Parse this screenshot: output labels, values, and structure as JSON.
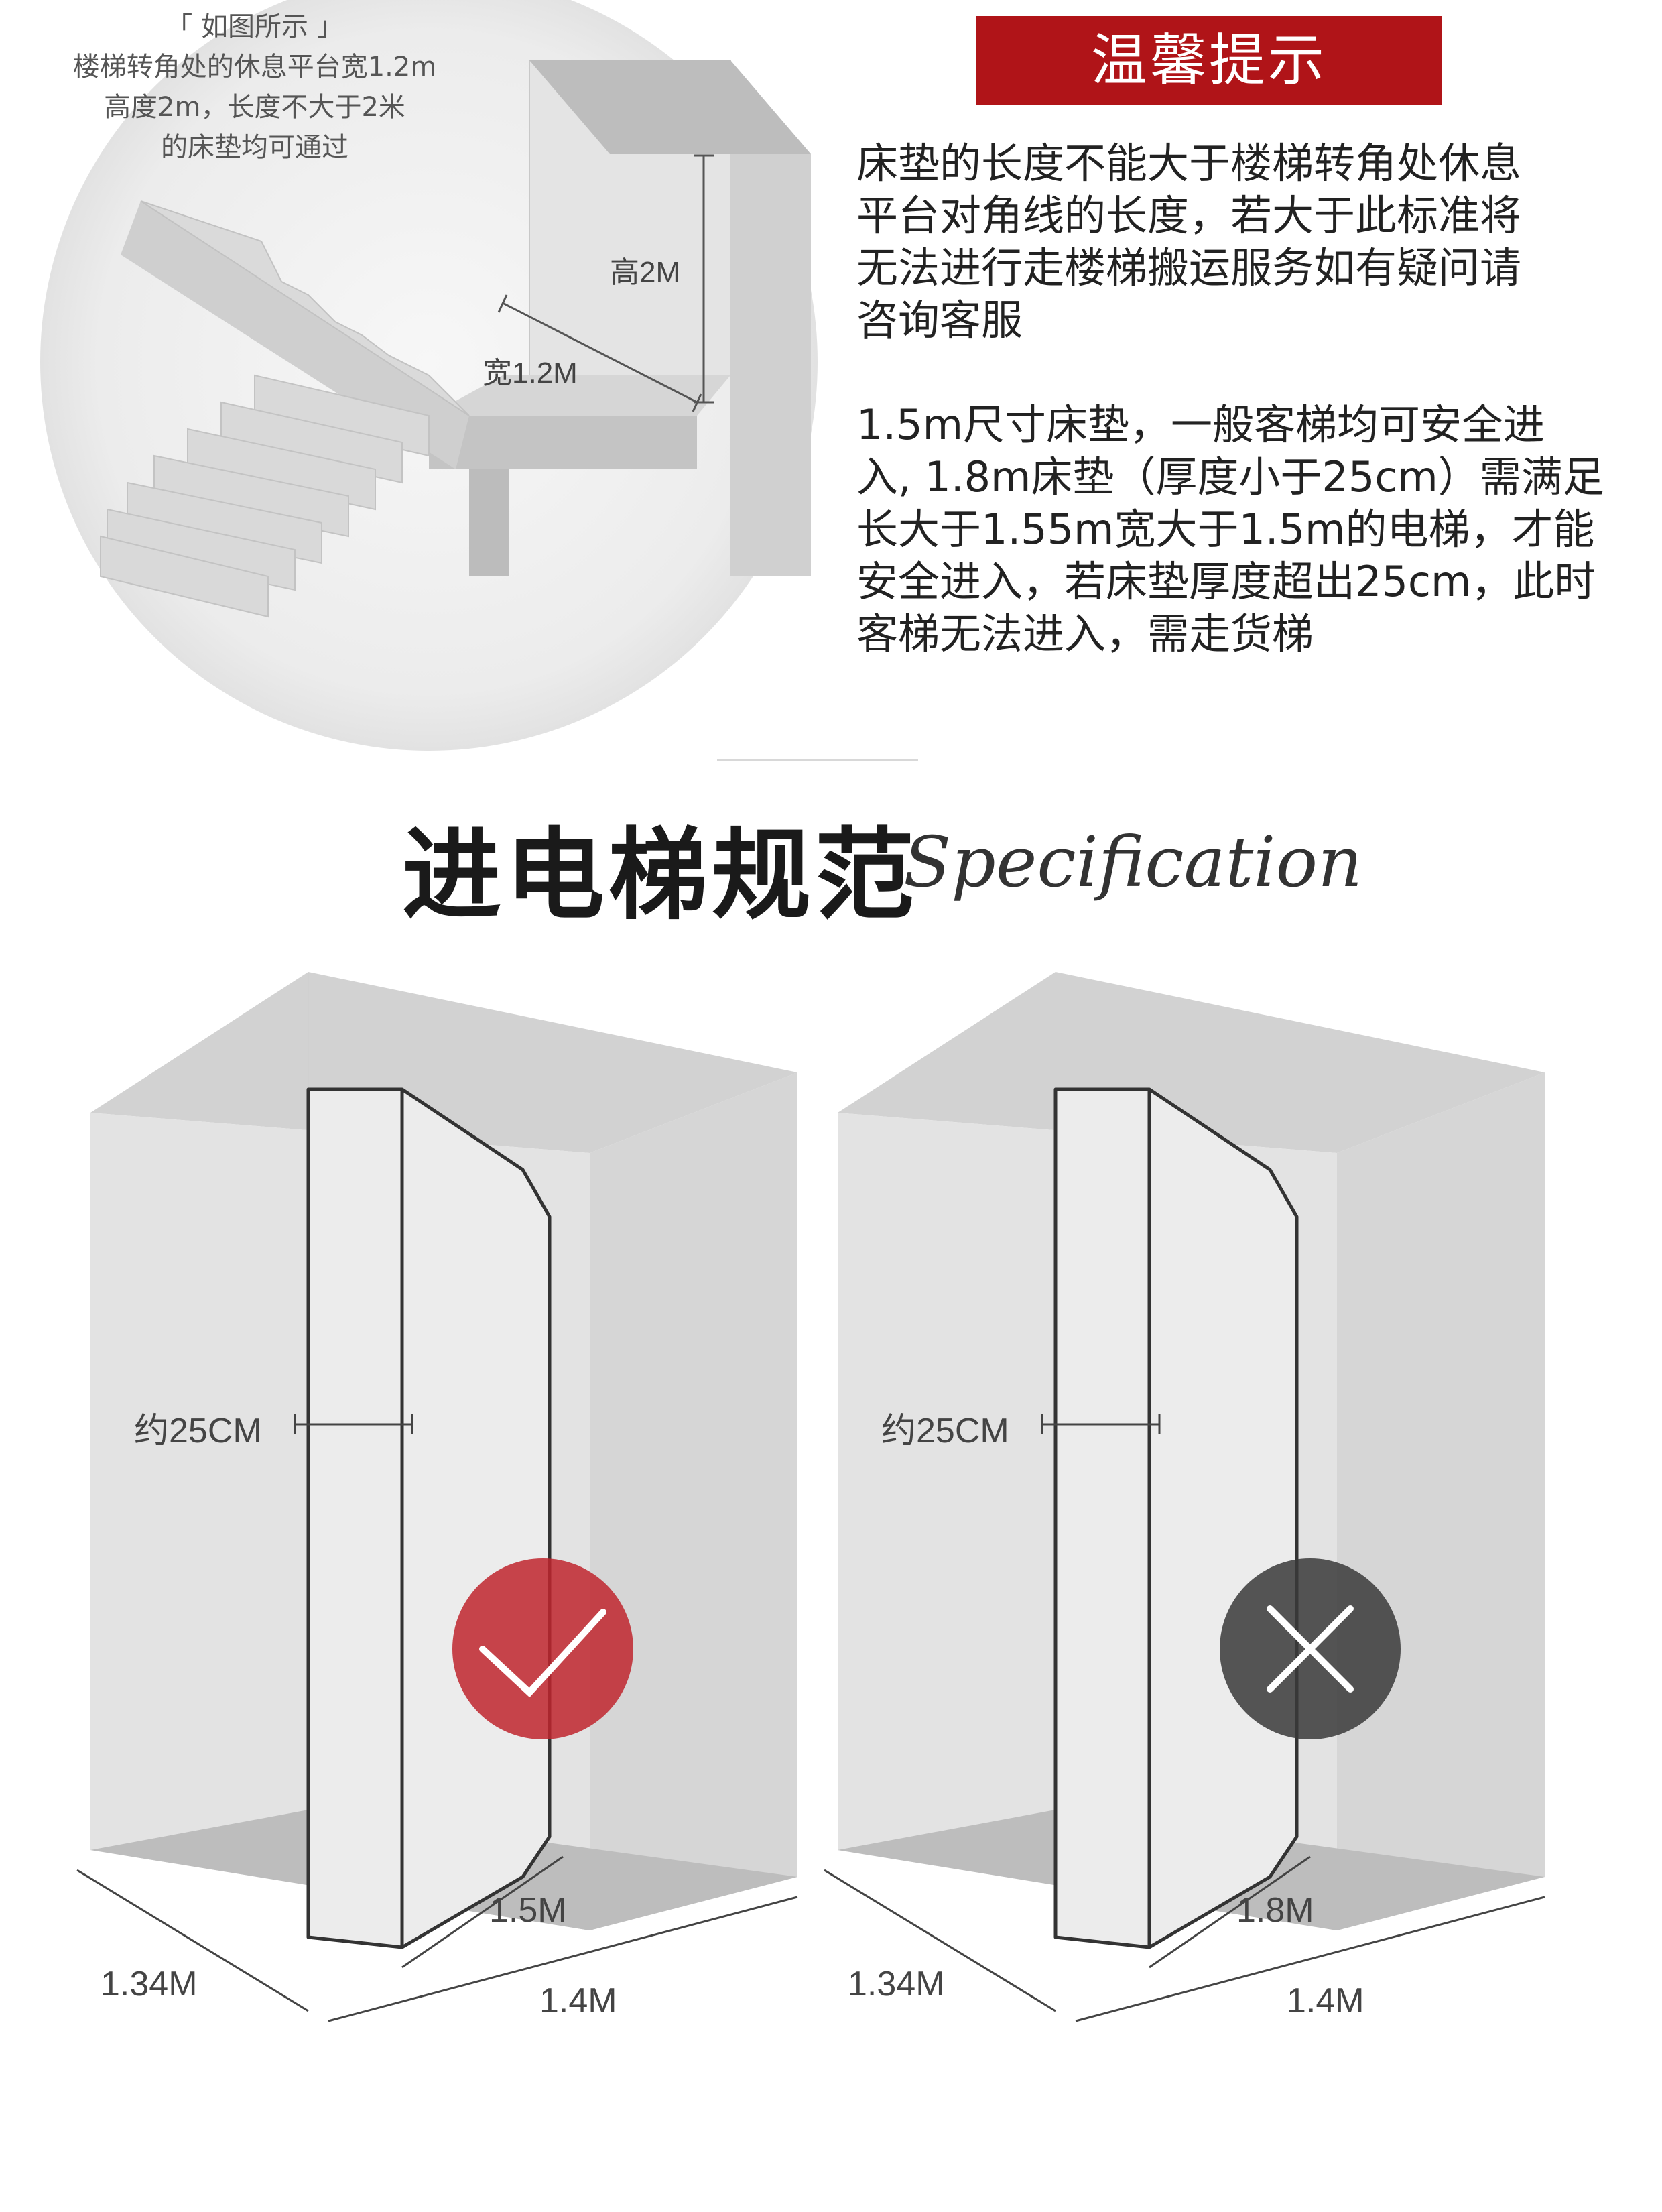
{
  "stairs": {
    "caption": [
      "「 如图所示 」",
      "楼梯转角处的休息平台宽1.2m",
      "高度2m，长度不大于2米",
      "的床垫均可通过"
    ],
    "height_label": "高2M",
    "width_label": "宽1.2M"
  },
  "tips": {
    "title": "温馨提示",
    "paragraph1": "床垫的长度不能大于楼梯转角处休息\n平台对角线的长度，若大于此标准将\n无法进行走楼梯搬运服务如有疑问请\n咨询客服",
    "paragraph2": "1.5m尺寸床垫，一般客梯均可安全进\n入, 1.8m床垫（厚度小于25cm）需满足\n长大于1.55m宽大于1.5m的电梯，才能\n安全进入，若床垫厚度超出25cm，此时\n客梯无法进入，需走货梯"
  },
  "section": {
    "title": "进电梯规范",
    "subtitle": "Specification"
  },
  "elevators": [
    {
      "thickness_label": "约25CM",
      "mattress_label": "1.5M",
      "depth_label": "1.34M",
      "width_label": "1.4M",
      "status": "ok",
      "badge_color": "#c0262e"
    },
    {
      "thickness_label": "约25CM",
      "mattress_label": "1.8M",
      "depth_label": "1.34M",
      "width_label": "1.4M",
      "status": "no",
      "badge_color": "#3a3a3a"
    }
  ],
  "colors": {
    "accent": "#b01418"
  }
}
